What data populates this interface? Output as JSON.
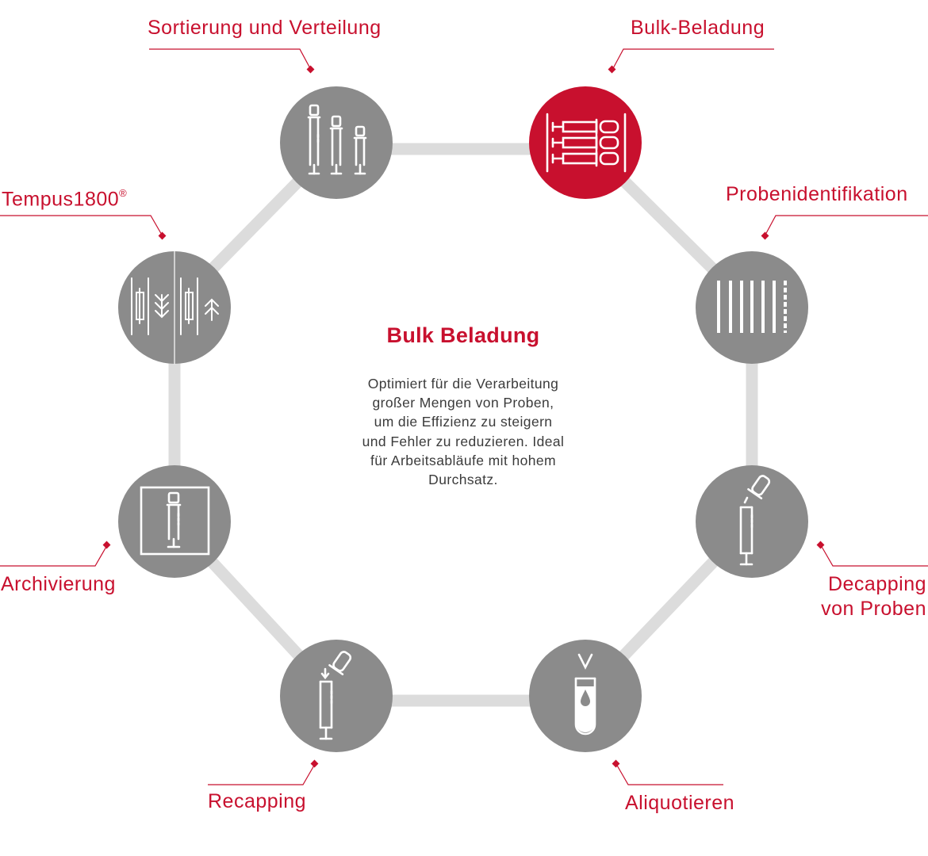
{
  "colors": {
    "accent": "#c8102e",
    "node_default": "#8b8b8b",
    "connector": "#dcdcdc",
    "icon": "#ffffff",
    "text": "#3b3b3b"
  },
  "selected_step": "bulk-beladung",
  "steps": [
    {
      "id": "sortierung",
      "label": "Sortierung und Verteilung",
      "icon": "sorting-tubes-icon"
    },
    {
      "id": "bulk-beladung",
      "label": "Bulk-Beladung",
      "icon": "bulk-loading-rack-icon"
    },
    {
      "id": "probenidentifikation",
      "label": "Probenidentifikation",
      "icon": "barcode-icon"
    },
    {
      "id": "decapping",
      "label_line1": "Decapping",
      "label_line2": "von Proben",
      "icon": "decapping-icon"
    },
    {
      "id": "aliquotieren",
      "label": "Aliquotieren",
      "icon": "aliquot-tube-icon"
    },
    {
      "id": "recapping",
      "label": "Recapping",
      "icon": "recapping-icon"
    },
    {
      "id": "archivierung",
      "label": "Archivierung",
      "icon": "archive-box-icon"
    },
    {
      "id": "tempus",
      "label": "Tempus1800",
      "label_sup": "®",
      "icon": "tempus-transfer-icon"
    }
  ],
  "detail": {
    "title": "Bulk Beladung",
    "description": "Optimiert für die Verarbeitung\ngroßer Mengen von Proben,\num die Effizienz zu steigern\nund Fehler zu reduzieren. Ideal\nfür Arbeitsabläufe mit hohem\nDurchsatz."
  }
}
